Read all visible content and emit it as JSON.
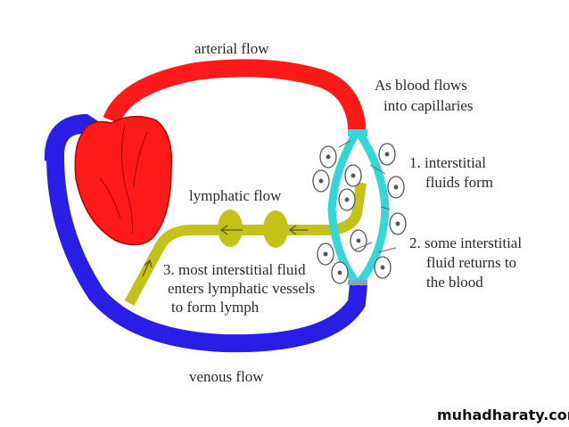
{
  "title": "Lymphatic system and circulation",
  "colors": {
    "arterial": "#ff1a1a",
    "venous": "#2a1ee6",
    "capillary": "#36d6d6",
    "lymphatic": "#c2c21a",
    "heart": "#ff1a1a",
    "cell_outline": "#555555"
  },
  "labels": {
    "arterial_flow": "arterial flow",
    "venous_flow": "venous flow",
    "lymphatic_flow": "lymphatic flow",
    "capillaries_line1": "As blood flows",
    "capillaries_line2": "into capillaries",
    "step1_line1": "1. interstitial",
    "step1_line2": "fluids form",
    "step2_line1": "2. some interstitial",
    "step2_line2": "fluid returns to",
    "step2_line3": "the blood",
    "step3_line1": "3. most interstitial fluid",
    "step3_line2": "enters lymphatic vessels",
    "step3_line3": "to form lymph"
  },
  "watermark": "muhadharaty.com"
}
